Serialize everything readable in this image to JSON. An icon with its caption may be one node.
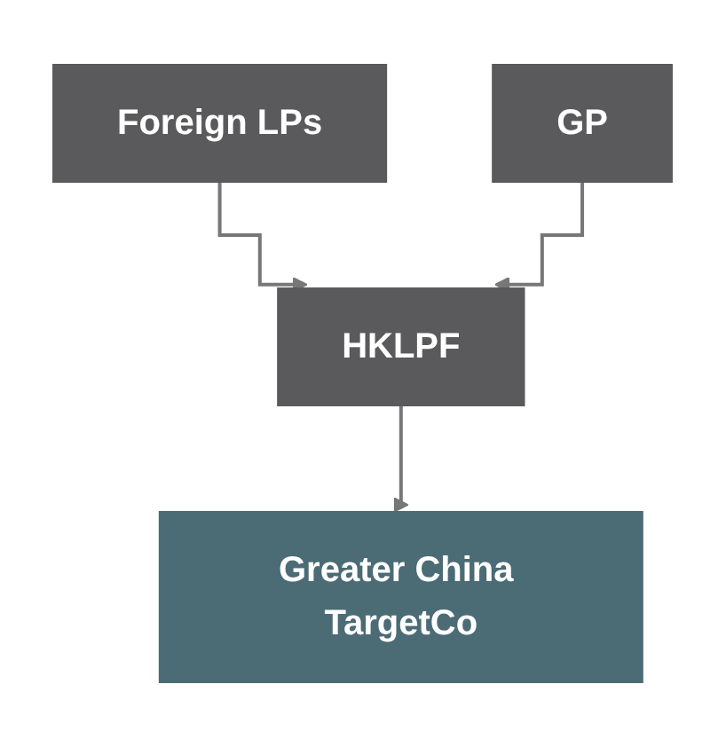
{
  "diagram": {
    "nodes": [
      {
        "text": [
          "Foreign LPs"
        ]
      },
      {
        "text": [
          "GP"
        ]
      },
      {
        "text": [
          "HKLPF"
        ]
      },
      {
        "text": [
          "Greater China TargetCo"
        ]
      }
    ],
    "edges": [
      {
        "from": 0,
        "to": 2,
        "arrow": "to"
      },
      {
        "from": 1,
        "to": 2,
        "arrow": "to"
      },
      {
        "from": 2,
        "to": 3,
        "arrow": "to"
      }
    ]
  }
}
